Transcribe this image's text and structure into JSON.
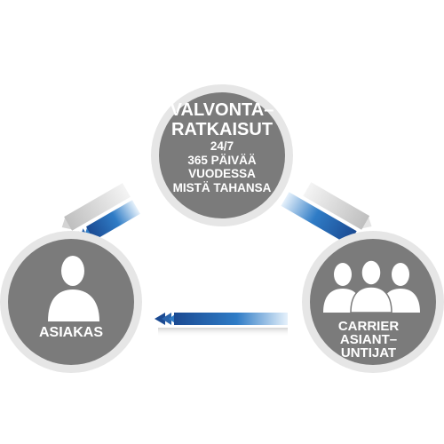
{
  "diagram": {
    "top_node": {
      "title_line1": "VALVONTA–",
      "title_line2": "RATKAISUT",
      "subtitle_lines": [
        "24/7",
        "365 PÄIVÄÄ",
        "VUODESSA",
        "MISTÄ TAHANSA"
      ],
      "icon": "none"
    },
    "left_node": {
      "label": "ASIAKAS",
      "icon": "person-icon"
    },
    "right_node": {
      "label_lines": [
        "CARRIER",
        "ASIANT–",
        "UNTIJAT"
      ],
      "icon": "group-of-people-icon"
    },
    "colors": {
      "circle_fill": "#767676",
      "circle_ring": "#e4e4e4",
      "arrow_dark": "#1e4f9a",
      "arrow_mid": "#3d8fd6",
      "arrow_light": "#c8c8c8"
    }
  }
}
